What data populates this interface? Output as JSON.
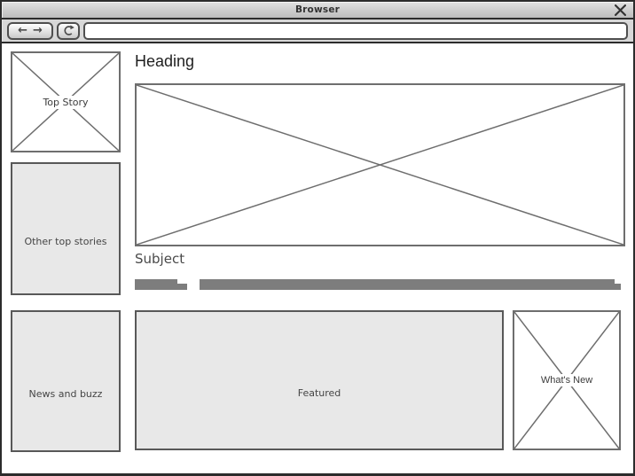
{
  "window": {
    "title": "Browser"
  },
  "toolbar": {
    "icons": {
      "back": "←",
      "forward": "→",
      "refresh": "circular-arrow",
      "close": "✕"
    },
    "url": {
      "value": "",
      "placeholder": ""
    }
  },
  "sidebar": {
    "top_story": {
      "label": "Top Story"
    },
    "other_top_stories": {
      "label": "Other top stories"
    },
    "news_and_buzz": {
      "label": "News and buzz"
    }
  },
  "main": {
    "heading": "Heading",
    "subject": "Subject",
    "featured": {
      "label": "Featured"
    },
    "whats_new": {
      "label": "What's New"
    }
  },
  "colors": {
    "placeholder_fill": "#e8e8e8",
    "placeholder_border": "#585858",
    "text_bar": "#7d7d7d",
    "chrome_gray": "#d8d8d8",
    "frame_border": "#2c2c2c"
  }
}
